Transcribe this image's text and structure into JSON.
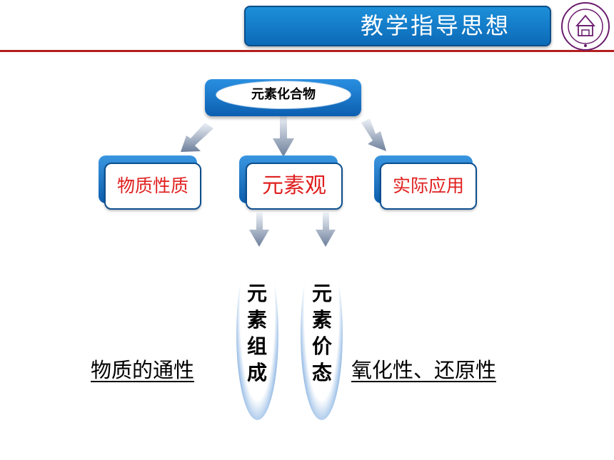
{
  "header": {
    "title": "教学指导思想"
  },
  "diagram": {
    "root": "元素化合物",
    "branches": [
      "物质性质",
      "元素观",
      "实际应用"
    ],
    "subs": [
      "元素组成",
      "元素价态"
    ],
    "side_left": "物质的通性",
    "side_right": "氧化性、还原性"
  },
  "colors": {
    "header": "#0c6ab8",
    "rule": "#b41e1e",
    "branch_text": "#e02020",
    "seal": "#6a1d6d"
  }
}
